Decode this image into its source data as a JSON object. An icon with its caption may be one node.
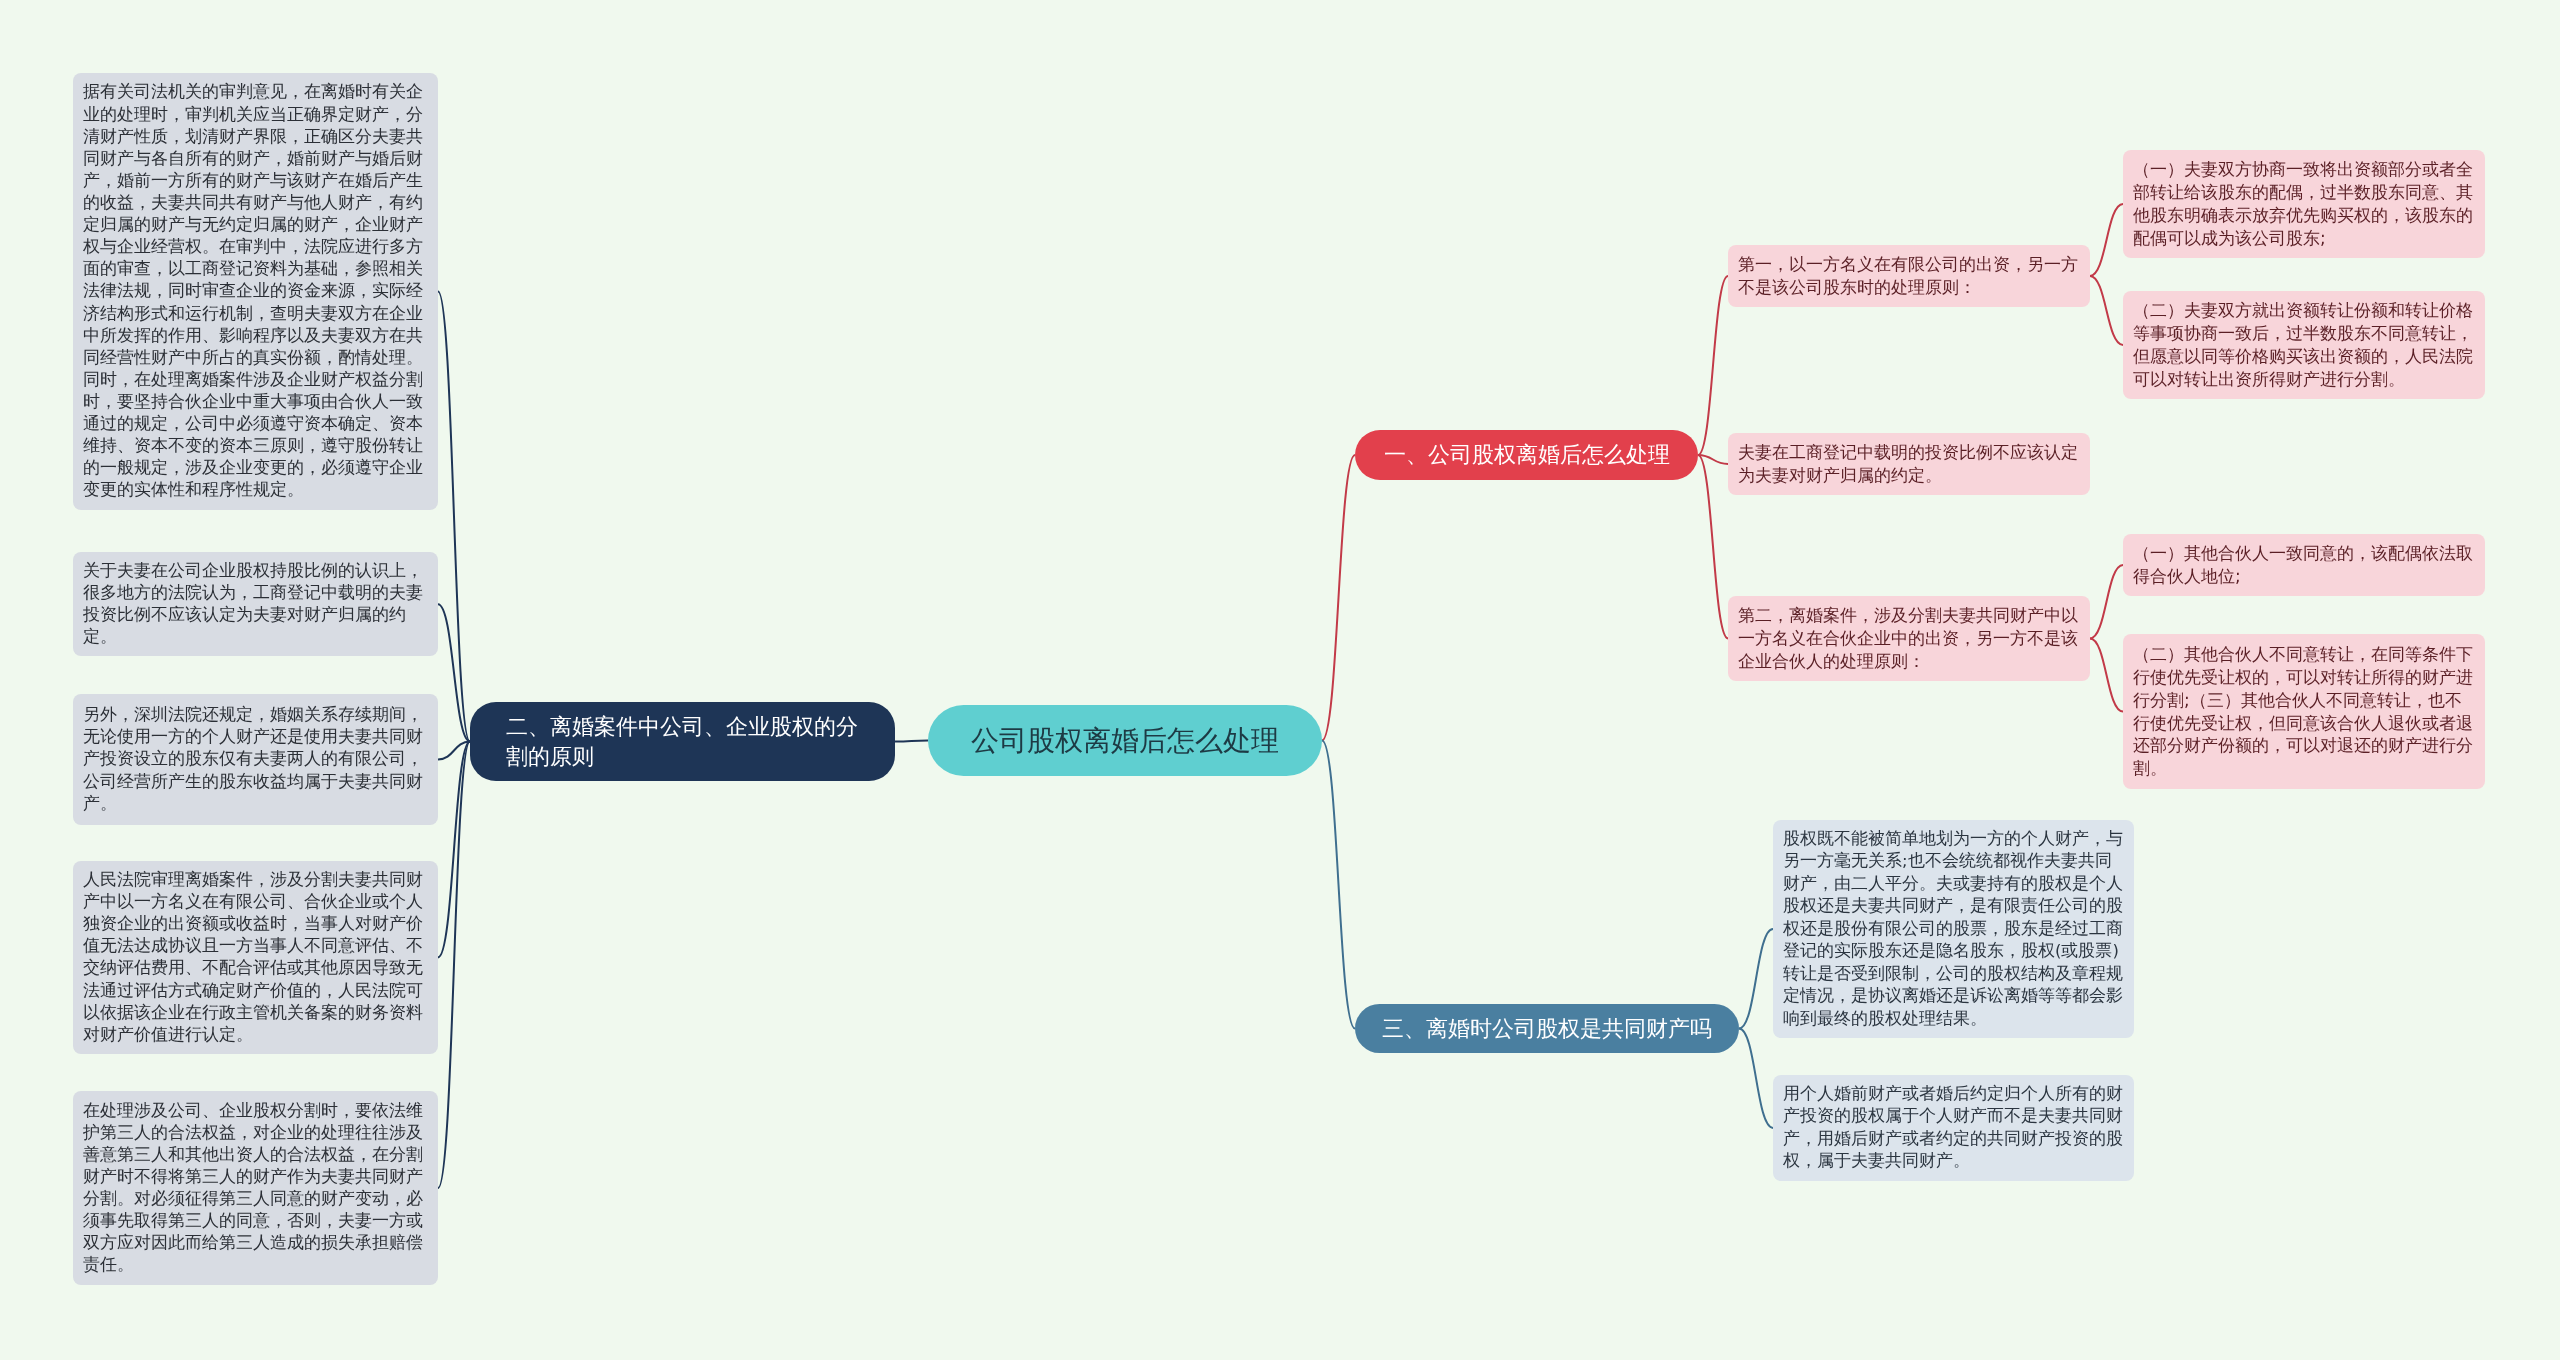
{
  "diagram": {
    "nodes": [
      {
        "text": [
          "公司股权离婚后怎么处理"
        ]
      },
      {
        "text": [
          "一、公司股权离婚后怎么处理"
        ]
      },
      {
        "text": [
          "第一，以一方名义在有限公司的出资，另一方不是该公司股东时的处理原则："
        ]
      },
      {
        "text": [
          "（一）夫妻双方协商一致将出资额部分或者全部转让给该股东的配偶，过半数股东同意、其他股东明确表示放弃优先购买权的，该股东的配偶可以成为该公司股东;"
        ]
      },
      {
        "text": [
          "（二）夫妻双方就出资额转让份额和转让价格等事项协商一致后，过半数股东不同意转让，但愿意以同等价格购买该出资额的，人民法院可以对转让出资所得财产进行分割。"
        ]
      },
      {
        "text": [
          "夫妻在工商登记中载明的投资比例不应该认定为夫妻对财产归属的约定。"
        ]
      },
      {
        "text": [
          "第二，离婚案件，涉及分割夫妻共同财产中以一方名义在合伙企业中的出资，另一方不是该企业合伙人的处理原则："
        ]
      },
      {
        "text": [
          "（一）其他合伙人一致同意的，该配偶依法取得合伙人地位;"
        ]
      },
      {
        "text": [
          "（二）其他合伙人不同意转让，在同等条件下行使优先受让权的，可以对转让所得的财产进行分割;（三）其他合伙人不同意转让，也不行使优先受让权，但同意该合伙人退伙或者退还部分财产份额的，可以对退还的财产进行分割。"
        ]
      },
      {
        "text": [
          "二、离婚案件中公司、企业股权的分割的原则"
        ]
      },
      {
        "text": [
          "据有关司法机关的审判意见，在离婚时有关企业的处理时，审判机关应当正确界定财产，分清财产性质，划清财产界限，正确区分夫妻共同财产与各自所有的财产，婚前财产与婚后财产，婚前一方所有的财产与该财产在婚后产生的收益，夫妻共同共有财产与他人财产，有约定归属的财产与无约定归属的财产，企业财产权与企业经营权。在审判中，法院应进行多方面的审查，以工商登记资料为基础，参照相关法律法规，同时审查企业的资金来源，实际经济结构形式和运行机制，查明夫妻双方在企业中所发挥的作用、影响程序以及夫妻双方在共同经营性财产中所占的真实份额，酌情处理。同时，在处理离婚案件涉及企业财产权益分割时，要坚持合伙企业中重大事项由合伙人一致通过的规定，公司中必须遵守资本确定、资本维持、资本不变的资本三原则，遵守股份转让的一般规定，涉及企业变更的，必须遵守企业变更的实体性和程序性规定。"
        ]
      },
      {
        "text": [
          "关于夫妻在公司企业股权持股比例的认识上，很多地方的法院认为，工商登记中载明的夫妻投资比例不应该认定为夫妻对财产归属的约定。"
        ]
      },
      {
        "text": [
          "另外，深圳法院还规定，婚姻关系存续期间，无论使用一方的个人财产还是使用夫妻共同财产投资设立的股东仅有夫妻两人的有限公司，公司经营所产生的股东收益均属于夫妻共同财产。"
        ]
      },
      {
        "text": [
          "人民法院审理离婚案件，涉及分割夫妻共同财产中以一方名义在有限公司、合伙企业或个人独资企业的出资额或收益时，当事人对财产价值无法达成协议且一方当事人不同意评估、不交纳评估费用、不配合评估或其他原因导致无法通过评估方式确定财产价值的，人民法院可以依据该企业在行政主管机关备案的财务资料对财产价值进行认定。"
        ]
      },
      {
        "text": [
          "在处理涉及公司、企业股权分割时，要依法维护第三人的合法权益，对企业的处理往往涉及善意第三人和其他出资人的合法权益，在分割财产时不得将第三人的财产作为夫妻共同财产分割。对必须征得第三人同意的财产变动，必须事先取得第三人的同意，否则，夫妻一方或双方应对因此而给第三人造成的损失承担赔偿责任。"
        ]
      },
      {
        "text": [
          "三、离婚时公司股权是共同财产吗"
        ]
      },
      {
        "text": [
          "股权既不能被简单地划为一方的个人财产，与另一方毫无关系;也不会统统都视作夫妻共同财产，由二人平分。夫或妻持有的股权是个人股权还是夫妻共同财产，是有限责任公司的股权还是股份有限公司的股票，股东是经过工商登记的实际股东还是隐名股东，股权(或股票)转让是否受到限制，公司的股权结构及章程规定情况，是协议离婚还是诉讼离婚等等都会影响到最终的股权处理结果。"
        ]
      },
      {
        "text": [
          "用个人婚前财产或者婚后约定归个人所有的财产投资的股权属于个人财产而不是夫妻共同财产，用婚后财产或者约定的共同财产投资的股权，属于夫妻共同财产。"
        ]
      }
    ],
    "edges": [
      {
        "from": 0,
        "to": 1,
        "arrow": "none"
      },
      {
        "from": 1,
        "to": 2,
        "arrow": "none"
      },
      {
        "from": 2,
        "to": 3,
        "arrow": "none"
      },
      {
        "from": 2,
        "to": 4,
        "arrow": "none"
      },
      {
        "from": 1,
        "to": 5,
        "arrow": "none"
      },
      {
        "from": 1,
        "to": 6,
        "arrow": "none"
      },
      {
        "from": 6,
        "to": 7,
        "arrow": "none"
      },
      {
        "from": 6,
        "to": 8,
        "arrow": "none"
      },
      {
        "from": 0,
        "to": 9,
        "arrow": "none",
        "color": "#1e3556"
      },
      {
        "from": 9,
        "to": 10,
        "arrow": "none",
        "color": "#1e3556"
      },
      {
        "from": 9,
        "to": 11,
        "arrow": "none",
        "color": "#1e3556"
      },
      {
        "from": 9,
        "to": 12,
        "arrow": "none",
        "color": "#1e3556"
      },
      {
        "from": 9,
        "to": 13,
        "arrow": "none",
        "color": "#1e3556"
      },
      {
        "from": 9,
        "to": 14,
        "arrow": "none",
        "color": "#1e3556"
      },
      {
        "from": 0,
        "to": 15,
        "arrow": "none",
        "color": "#3f6f8f"
      },
      {
        "from": 15,
        "to": 16,
        "arrow": "none",
        "color": "#3f6f8f"
      },
      {
        "from": 15,
        "to": 17,
        "arrow": "none",
        "color": "#3f6f8f"
      }
    ]
  }
}
